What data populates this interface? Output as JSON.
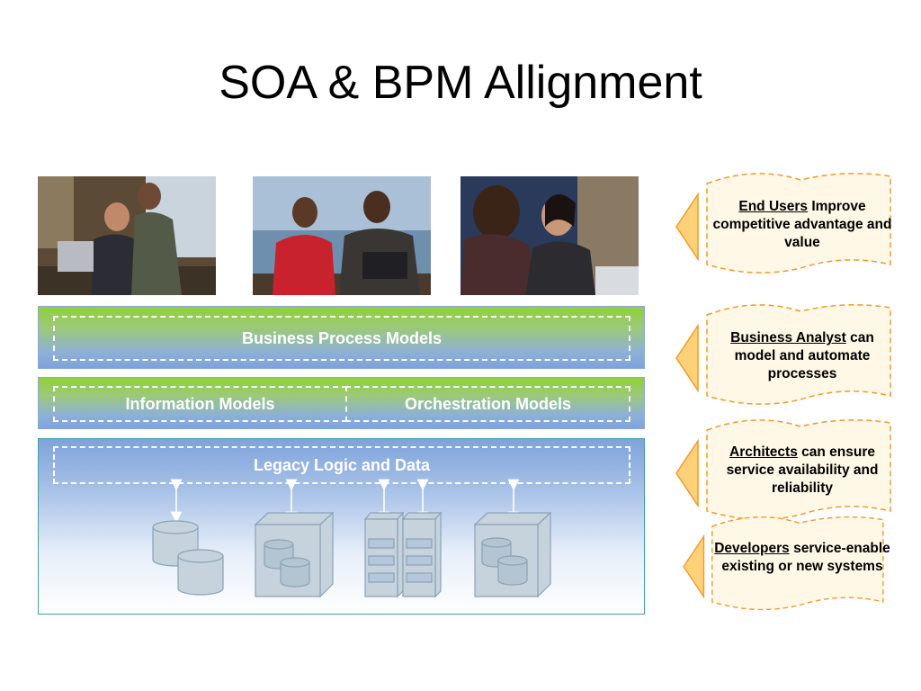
{
  "title": "SOA & BPM Allignment",
  "photos": [
    {
      "icon": "photo-two-men-at-laptop"
    },
    {
      "icon": "photo-man-and-woman-meeting"
    },
    {
      "icon": "photo-woman-on-phone"
    }
  ],
  "layers": {
    "business_process": "Business Process Models",
    "information": "Information Models",
    "orchestration": "Orchestration Models",
    "legacy": "Legacy Logic and Data"
  },
  "callouts": [
    {
      "role": "End Users",
      "text": " Improve competitive advantage and value"
    },
    {
      "role": "Business Analyst",
      "text": " can model and automate processes"
    },
    {
      "role": "Architects",
      "text": " can ensure service availability and reliability"
    },
    {
      "role": "Developers",
      "text": " service-enable existing or new systems"
    }
  ],
  "colors": {
    "band_green": "#8fd03a",
    "band_blue": "#7ea3db",
    "callout_fill": "#fff8e6",
    "callout_border": "#f39a2c",
    "arrow_fill": "#ffd27a"
  }
}
